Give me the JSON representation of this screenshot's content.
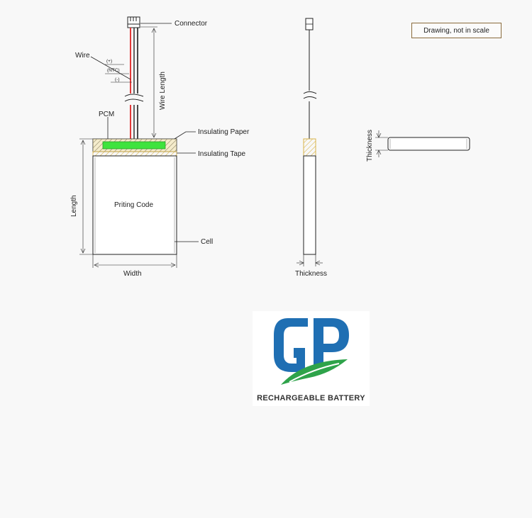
{
  "labels": {
    "connector": "Connector",
    "wire": "Wire",
    "plus": "(+)",
    "ntc": "(NTC)",
    "minus": "(-)",
    "wire_length": "Wire Length",
    "pcm": "PCM",
    "insulating_paper": "Insulating Paper",
    "insulating_tape": "Insulating Tape",
    "length": "Length",
    "printing_code": "Priting Code",
    "cell": "Cell",
    "width": "Width",
    "thickness_side": "Thickness",
    "thickness_end": "Thickness"
  },
  "note": "Drawing, not in scale",
  "logo": {
    "letters": "GP",
    "tagline": "RECHARGEABLE BATTERY"
  },
  "colors": {
    "wire_red": "#e23a3a",
    "pcm_green": "#3ee33e",
    "tape_yellow": "#f2d77a",
    "logo_blue": "#1f6fb3",
    "logo_green": "#2ea34a"
  }
}
